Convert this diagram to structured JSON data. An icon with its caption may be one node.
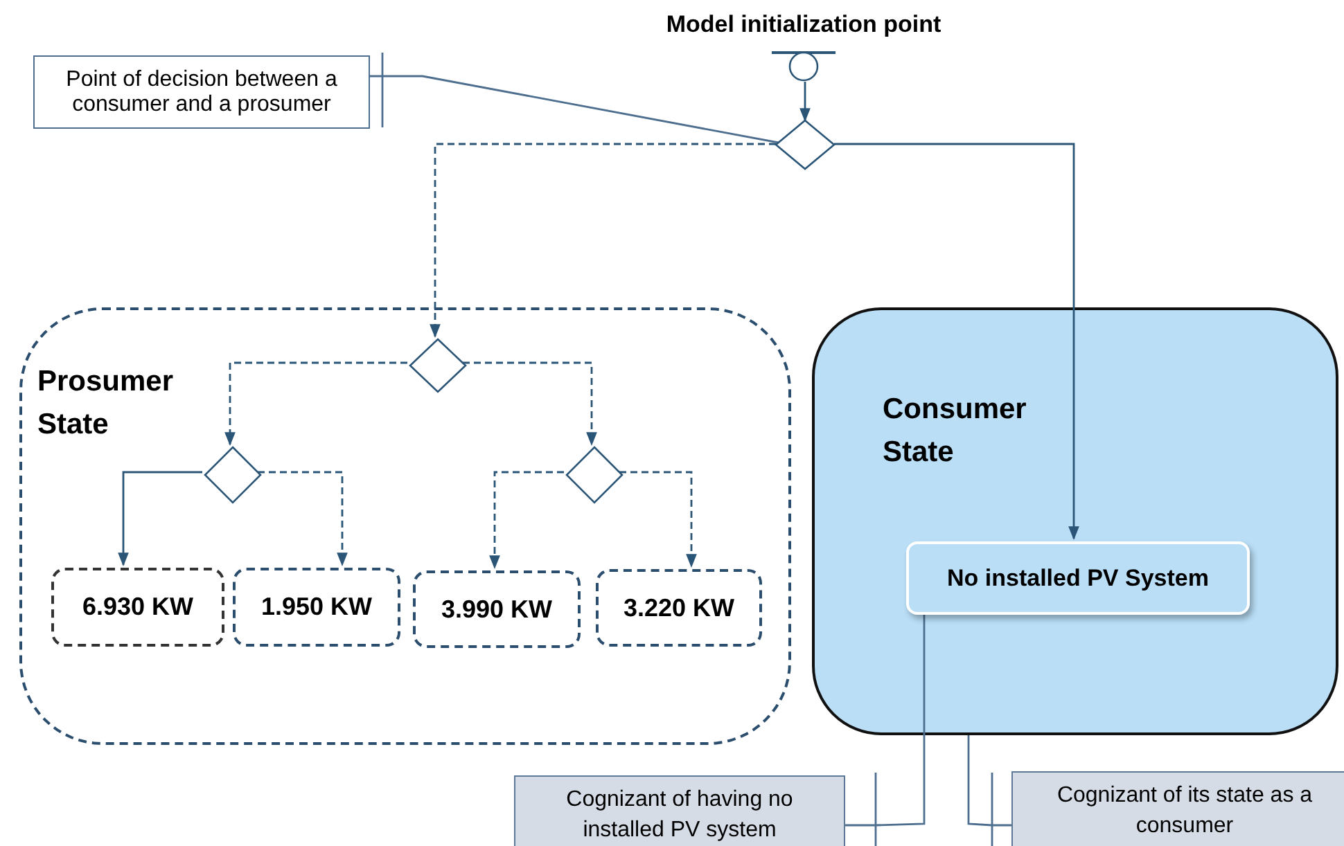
{
  "diagram": {
    "nodes": [
      {
        "text": [
          "Model initialization point"
        ]
      },
      {
        "text": [
          "Point of decision between a consumer and a prosumer"
        ]
      },
      {
        "text": [],
        "shape": "diamond"
      },
      {
        "text": [
          "Prosumer State"
        ]
      },
      {
        "text": [],
        "shape": "diamond",
        "in": 3
      },
      {
        "text": [],
        "shape": "diamond",
        "in": 3
      },
      {
        "text": [],
        "shape": "diamond",
        "in": 3
      },
      {
        "text": [
          "6.930 KW"
        ],
        "in": 3
      },
      {
        "text": [
          "1.950 KW"
        ],
        "in": 3
      },
      {
        "text": [
          "3.990 KW"
        ],
        "in": 3
      },
      {
        "text": [
          "3.220 KW"
        ],
        "in": 3
      },
      {
        "text": [
          "Consumer State"
        ]
      },
      {
        "text": [
          "No installed PV System"
        ],
        "in": 11
      },
      {
        "text": [
          "Cognizant of having no installed PV system"
        ]
      },
      {
        "text": [
          "Cognizant of its state as a consumer"
        ]
      }
    ],
    "edges": [
      {
        "from": 0,
        "to": 2,
        "arrow": "to"
      },
      {
        "from": 1,
        "to": 2,
        "arrow": "none"
      },
      {
        "from": 2,
        "to": 4,
        "arrow": "to",
        "style": "dashed"
      },
      {
        "from": 2,
        "to": 12,
        "arrow": "to"
      },
      {
        "from": 4,
        "to": 5,
        "arrow": "to",
        "style": "dashed"
      },
      {
        "from": 4,
        "to": 6,
        "arrow": "to",
        "style": "dashed"
      },
      {
        "from": 5,
        "to": 7,
        "arrow": "to"
      },
      {
        "from": 5,
        "to": 8,
        "arrow": "to",
        "style": "dashed"
      },
      {
        "from": 6,
        "to": 9,
        "arrow": "to",
        "style": "dashed"
      },
      {
        "from": 6,
        "to": 10,
        "arrow": "to",
        "style": "dashed"
      },
      {
        "from": 13,
        "to": 12,
        "arrow": "none"
      },
      {
        "from": 14,
        "to": 11,
        "arrow": "none"
      }
    ]
  }
}
